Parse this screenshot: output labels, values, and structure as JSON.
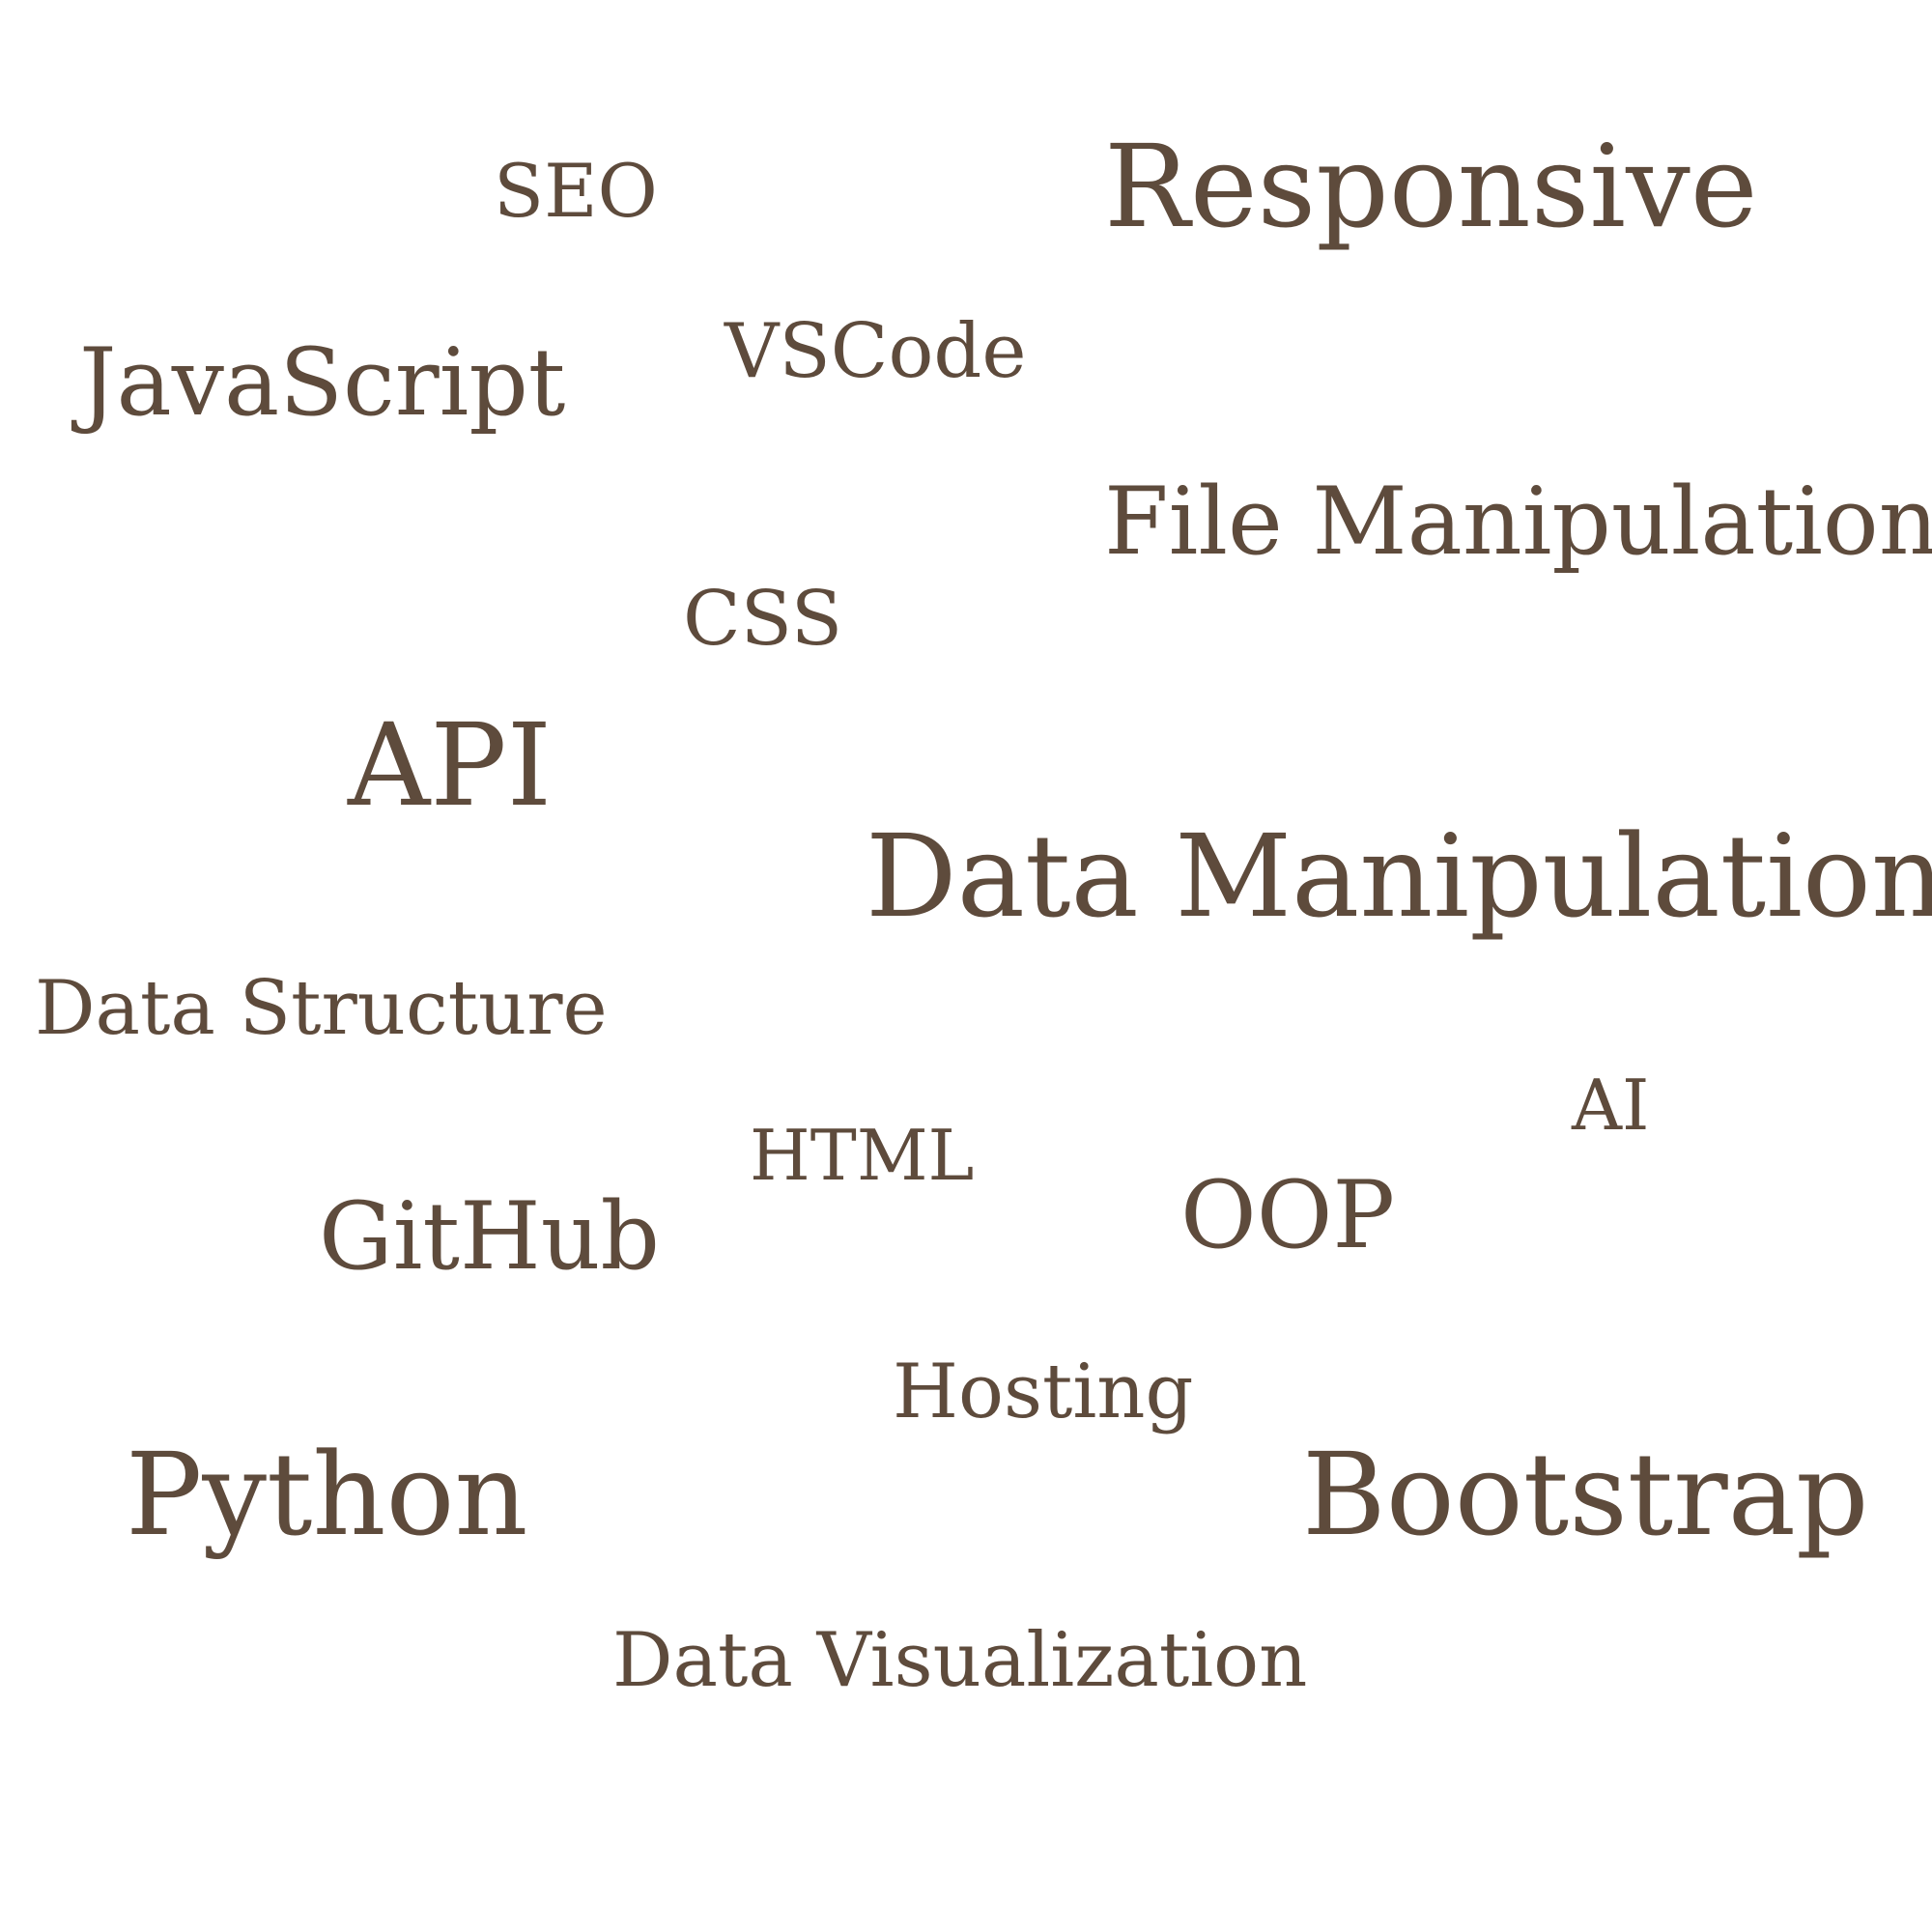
{
  "theme": {
    "text_color": "#5e4b3c",
    "background": "#ffffff"
  },
  "words": {
    "seo": "SEO",
    "responsive": "Responsive",
    "vscode": "VSCode",
    "javascript": "JavaScript",
    "file_manipulation": "File Manipulation",
    "css": "CSS",
    "api": "API",
    "data_manipulation": "Data Manipulation",
    "data_structure": "Data Structure",
    "ai": "AI",
    "html": "HTML",
    "oop": "OOP",
    "github": "GitHub",
    "hosting": "Hosting",
    "python": "Python",
    "bootstrap": "Bootstrap",
    "data_visualization": "Data Visualization"
  }
}
